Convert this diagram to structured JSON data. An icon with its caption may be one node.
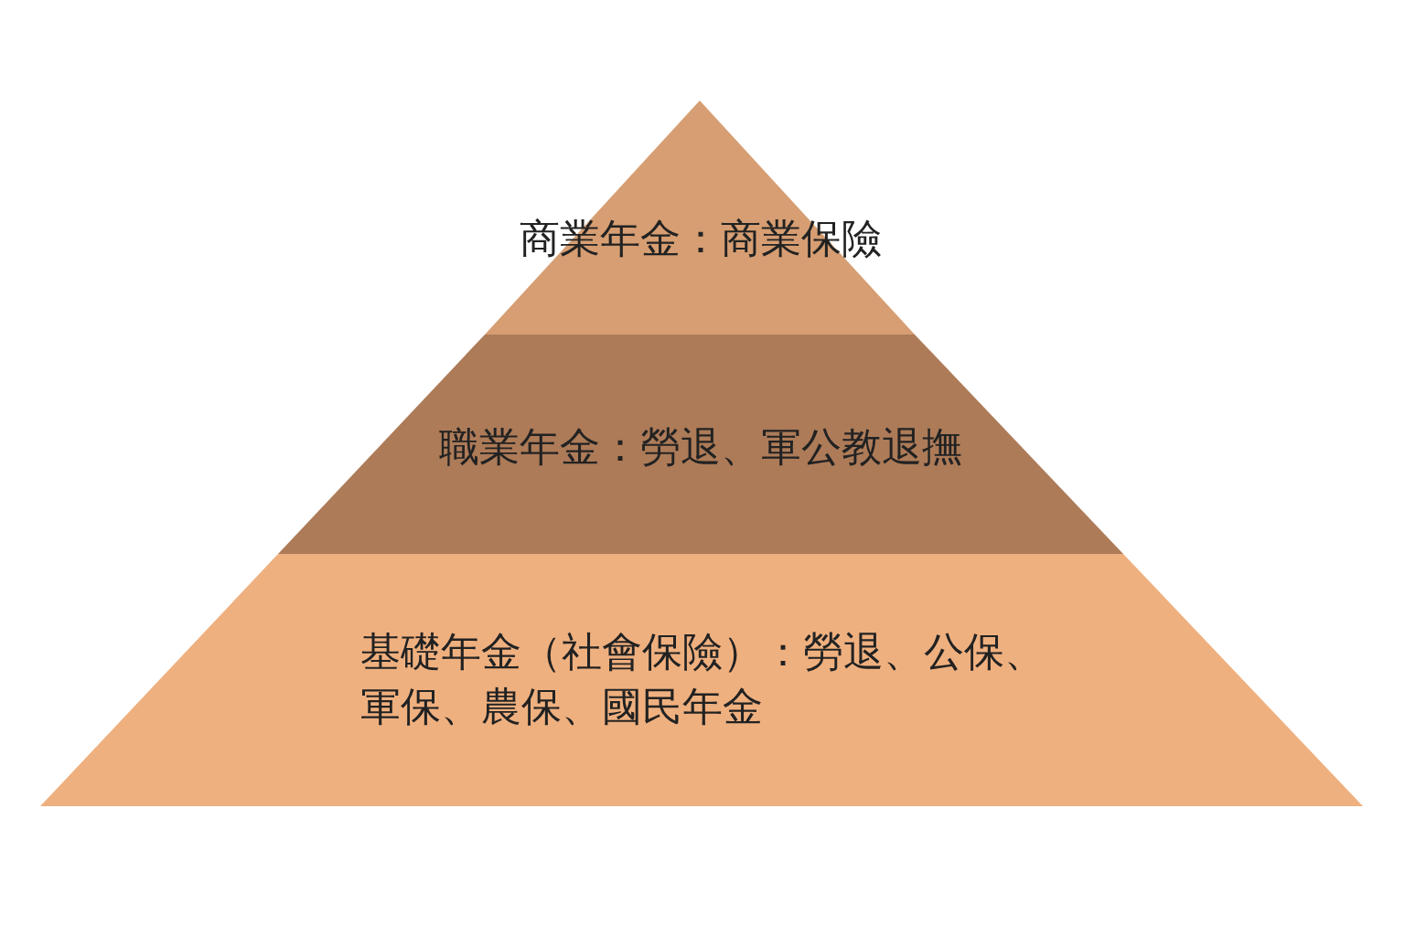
{
  "diagram": {
    "nodes": [
      {
        "text": [
          "商業年金：商業保險"
        ]
      },
      {
        "text": [
          "職業年金：勞退、軍公教退撫"
        ]
      },
      {
        "text": [
          "基礎年金（社會保險）：勞退、公保、軍保、農保、國民年金"
        ]
      }
    ]
  }
}
